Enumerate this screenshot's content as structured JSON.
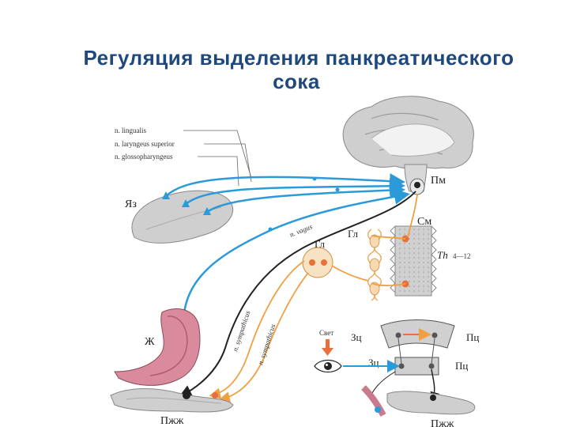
{
  "slide": {
    "title_line1": "Регуляция выделения панкреатического",
    "title_line2": "сока"
  },
  "nerves": {
    "lingualis": "n. lingualis",
    "laryngeus": "n. laryngeus superior",
    "glossopharyngeus": "n. glossopharyngeus",
    "vagus": "n. vagus",
    "sympathicus_1": "n. sympathicus",
    "sympathicus_2": "n. sympathicus"
  },
  "labels": {
    "tongue": "Яз",
    "medulla": "Пм",
    "spinal_cord": "См",
    "ganglion_1": "Гл",
    "ganglion_2": "Гл",
    "segments_th": "Th",
    "segments_range": "4—12",
    "stomach": "Ж",
    "pancreas_left": "Пжж",
    "light": "Свет",
    "visual_center": "Зц",
    "visual_center_2": "Зц",
    "food_center_1": "Пц",
    "food_center_2": "Пц",
    "pancreas_right": "Пжж"
  },
  "colors": {
    "title": "#1f497d",
    "afferent": "#2b9ad8",
    "vagus": "#222222",
    "sympathetic": "#f0a040",
    "organ": "#d4d4d4",
    "stomach": "#d98a9c",
    "pancreas": "#cfcfcf"
  }
}
